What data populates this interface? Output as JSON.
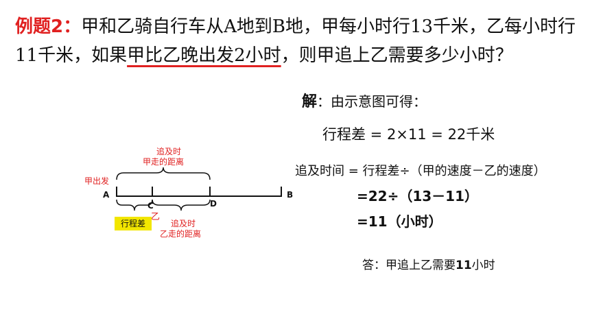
{
  "problem": {
    "label": "例题2：",
    "before": "甲和乙骑自行车从A地到B地，甲每小时行13千米，乙每小时行11千米，如果",
    "underlined": "甲比乙晚出发2小时",
    "after": "，则甲追上乙需要多少小时？"
  },
  "diagram": {
    "top_label_line1": "追及时",
    "top_label_line2": "甲走的距离",
    "start_label": "甲出发",
    "point_a": "A",
    "point_b": "B",
    "point_c": "C",
    "point_d": "D",
    "yi_label": "乙",
    "highlight_label": "行程差",
    "bottom_label_line1": "追及时",
    "bottom_label_line2": "乙走的距离"
  },
  "solution": {
    "head_label": "解",
    "head_text": "：由示意图可得：",
    "line1": "行程差 = 2×11 = 22千米",
    "line2": "追及时间 = 行程差÷（甲的速度－乙的速度）",
    "line3": "=22÷（13－11）",
    "line4": "=11（小时）",
    "answer_prefix": "答：甲追上乙需要",
    "answer_value": "11",
    "answer_suffix": "小时"
  },
  "colors": {
    "accent": "#e02020",
    "highlight": "#f2e600"
  }
}
